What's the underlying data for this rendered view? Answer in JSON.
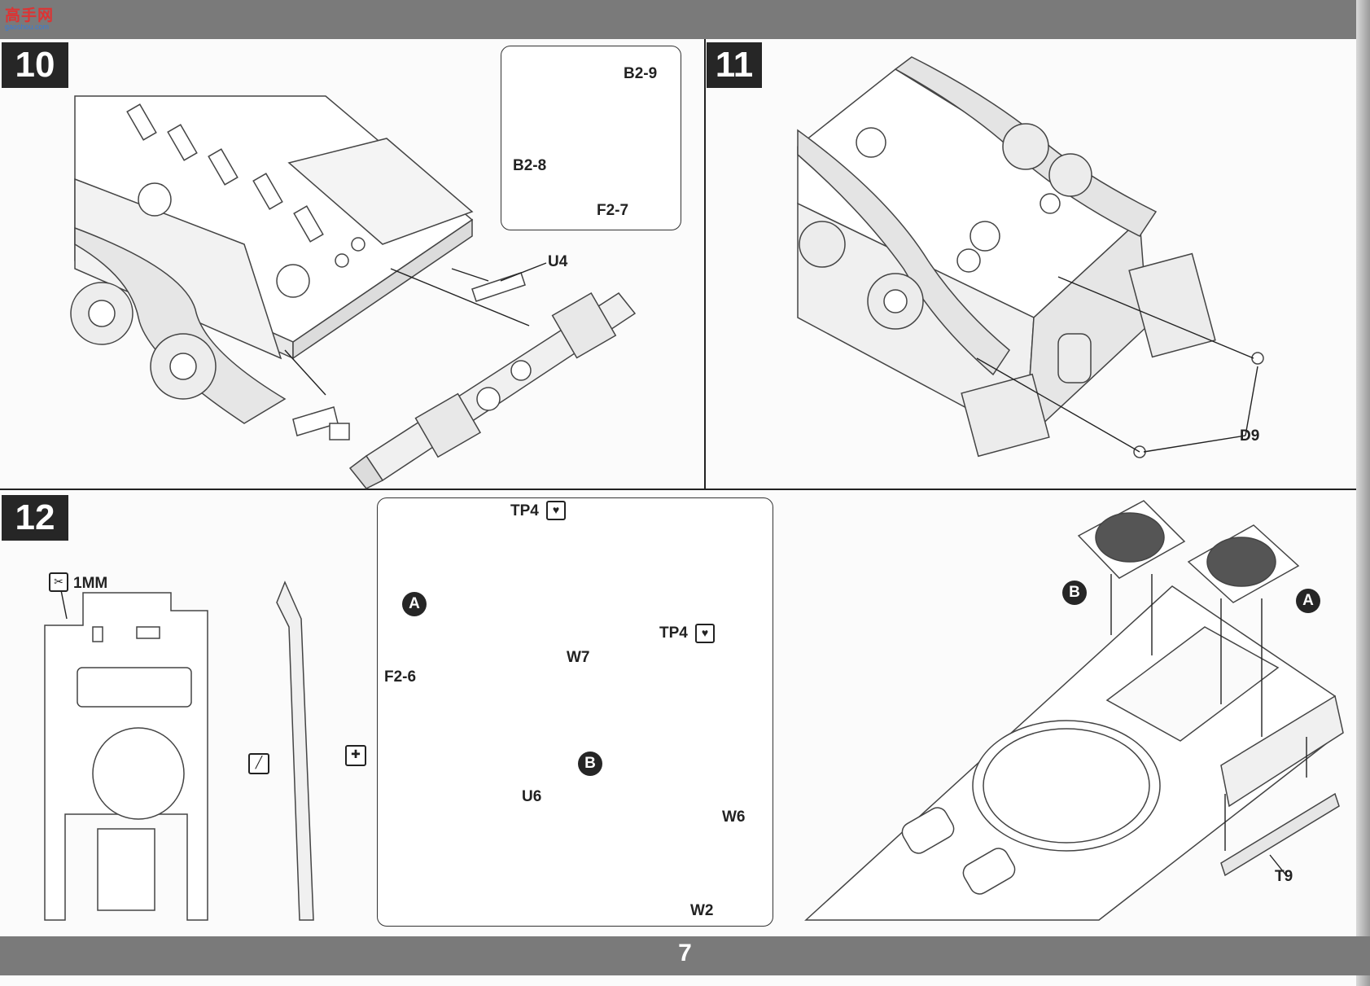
{
  "site_logo": {
    "mark": "高手网",
    "url_text": "gaoshou.com"
  },
  "page_number": "7",
  "steps": [
    {
      "number": "10"
    },
    {
      "number": "11"
    },
    {
      "number": "12"
    }
  ],
  "step10": {
    "labels": {
      "b2_9": "B2-9",
      "b2_8": "B2-8",
      "f2_7": "F2-7",
      "u4": "U4"
    }
  },
  "step11": {
    "labels": {
      "d9": "D9"
    }
  },
  "step12": {
    "plastic_note": "1MM",
    "labels": {
      "tp4_a": "TP4",
      "tp4_b": "TP4",
      "w7": "W7",
      "f2_6": "F2-6",
      "u6": "U6",
      "w6": "W6",
      "w2": "W2",
      "t9": "T9"
    },
    "markers": {
      "a": "A",
      "b": "B"
    },
    "icons": [
      "cut-icon",
      "glue-icon",
      "drill-icon",
      "bend-icon"
    ]
  }
}
